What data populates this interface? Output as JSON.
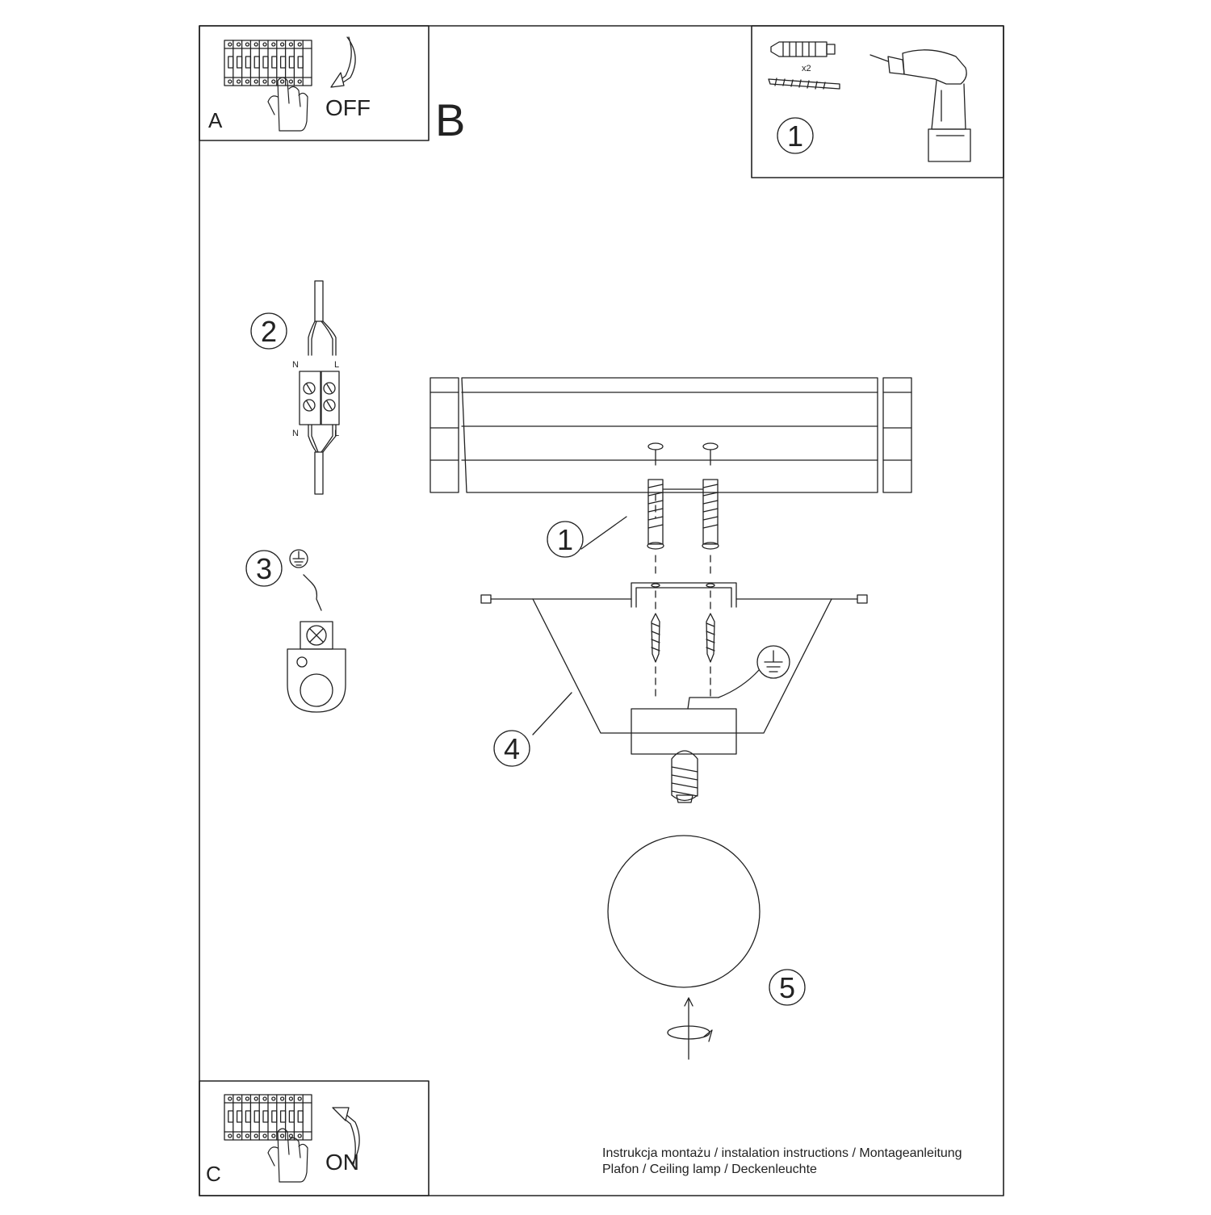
{
  "panels": {
    "a": {
      "letter": "A",
      "word": "OFF"
    },
    "b": {
      "letter": "B"
    },
    "c": {
      "letter": "C",
      "word": "ON"
    }
  },
  "tools": {
    "step": "1",
    "quantity": "x2"
  },
  "callouts": [
    "1",
    "2",
    "3",
    "4",
    "5"
  ],
  "wiring": {
    "neutral": "N",
    "live": "L"
  },
  "footer": {
    "line1": "Instrukcja montażu / instalation instructions / Montageanleitung",
    "line2": "Plafon / Ceiling lamp / Deckenleuchte"
  },
  "colors": {
    "ink": "#222222",
    "background": "#ffffff"
  },
  "icons": [
    "circuit-breaker-icon",
    "hand-icon",
    "rotate-arrow-icon",
    "wall-plug-icon",
    "screw-icon",
    "drill-icon",
    "ground-symbol-icon",
    "terminal-block-icon",
    "bulb-icon"
  ]
}
